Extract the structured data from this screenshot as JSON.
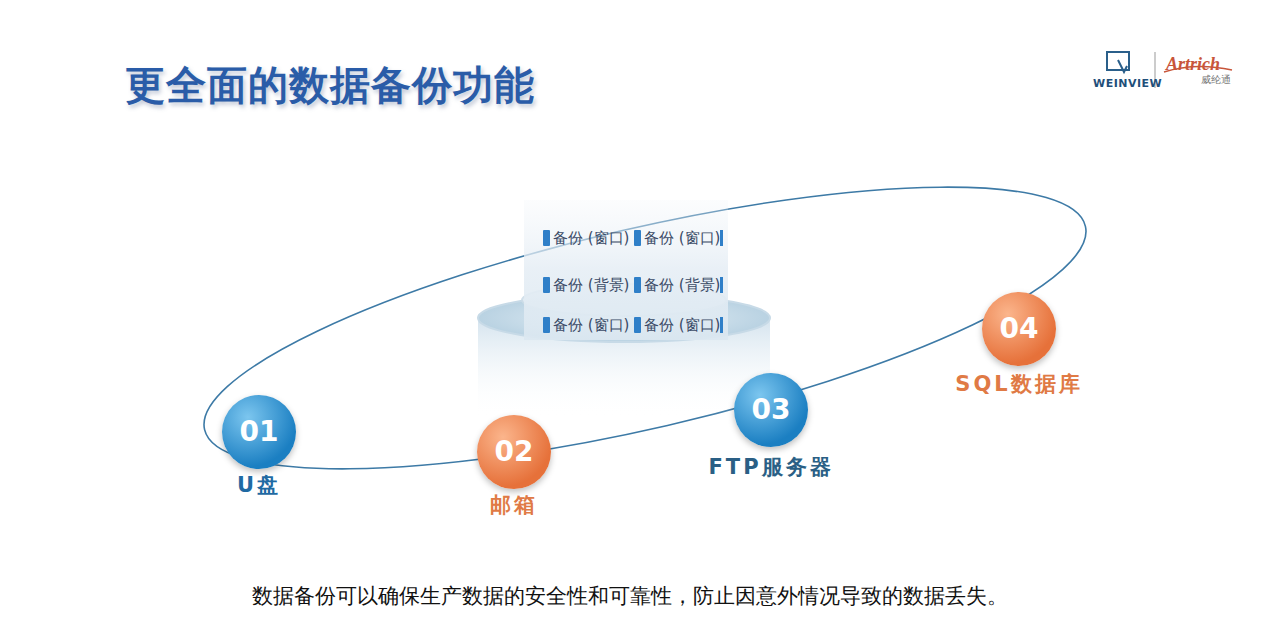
{
  "diagram": {
    "title": "更全面的数据备份功能",
    "caption": "数据备份可以确保生产数据的安全性和可靠性，防止因意外情况导致的数据丢失。",
    "nodes": [
      {
        "text": [
          "01",
          "U盘"
        ]
      },
      {
        "text": [
          "02",
          "邮箱"
        ]
      },
      {
        "text": [
          "03",
          "FTP服务器"
        ]
      },
      {
        "text": [
          "04",
          "SQL数据库"
        ]
      }
    ],
    "labels": [
      "WEINVIEW",
      "Artrich",
      "威纶通",
      "备份 (窗口)",
      "备份 (窗口)",
      "备份 (背景)",
      "备份 (背景)",
      "备份 (窗口)",
      "备份 (窗口)"
    ]
  }
}
